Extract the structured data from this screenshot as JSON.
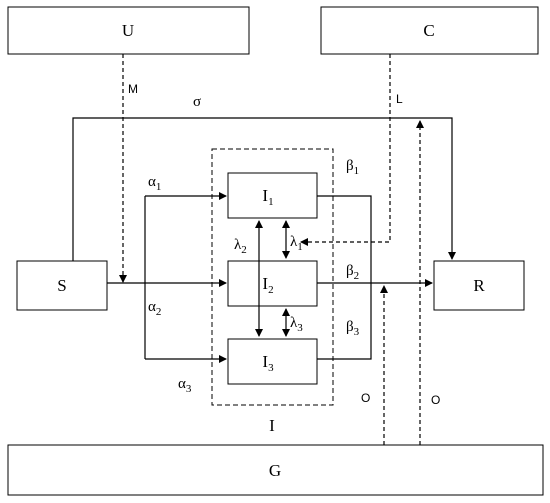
{
  "boxes": {
    "U": "U",
    "C": "C",
    "S": "S",
    "R": "R",
    "G": "G",
    "I1": {
      "main": "I",
      "sub": "1"
    },
    "I2": {
      "main": "I",
      "sub": "2"
    },
    "I3": {
      "main": "I",
      "sub": "3"
    },
    "group": "I"
  },
  "labels": {
    "sigma": "σ",
    "M": "M",
    "L": "L",
    "O_left": "O",
    "O_right": "O",
    "alpha1": {
      "main": "α",
      "sub": "1"
    },
    "alpha2": {
      "main": "α",
      "sub": "2"
    },
    "alpha3": {
      "main": "α",
      "sub": "3"
    },
    "beta1": {
      "main": "β",
      "sub": "1"
    },
    "beta2": {
      "main": "β",
      "sub": "2"
    },
    "beta3": {
      "main": "β",
      "sub": "3"
    },
    "lambda1": {
      "main": "λ",
      "sub": "1"
    },
    "lambda2": {
      "main": "λ",
      "sub": "2"
    },
    "lambda3": {
      "main": "λ",
      "sub": "3"
    }
  },
  "colors": {
    "stroke": "#000000",
    "background": "#ffffff"
  }
}
